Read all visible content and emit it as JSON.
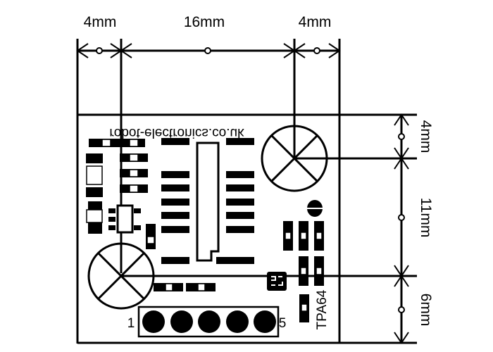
{
  "dimensions": {
    "top_left": "4mm",
    "top_middle": "16mm",
    "top_right": "4mm",
    "right_top": "4mm",
    "right_middle": "11mm",
    "right_bottom": "6mm"
  },
  "board": {
    "silkscreen_text": "robot-electronics.co.uk",
    "part_label": "TPA64",
    "connector_pin_first": "1",
    "connector_pin_last": "5",
    "connector_pins": 5
  },
  "colors": {
    "ink": "#000000",
    "background": "#ffffff"
  }
}
